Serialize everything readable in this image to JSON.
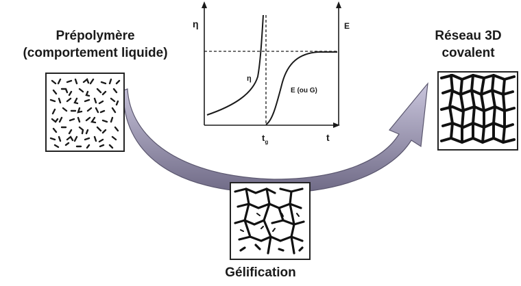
{
  "labels": {
    "left_line1": "Prépolymère",
    "left_line2": "(comportement liquide)",
    "right_line1": "Réseau 3D",
    "right_line2": "covalent",
    "bottom": "Gélification"
  },
  "graph": {
    "y_left_label": "η",
    "y_right_label": "E (ou G)",
    "curve_eta_label": "η",
    "curve_E_label": "E (ou G)",
    "x_label": "t",
    "tick_tg_main": "t",
    "tick_tg_sub": "g"
  },
  "colors": {
    "arrow_fill_top": "#b9b4d0",
    "arrow_fill_bottom": "#6f6a86",
    "ink": "#1a1a1a"
  }
}
